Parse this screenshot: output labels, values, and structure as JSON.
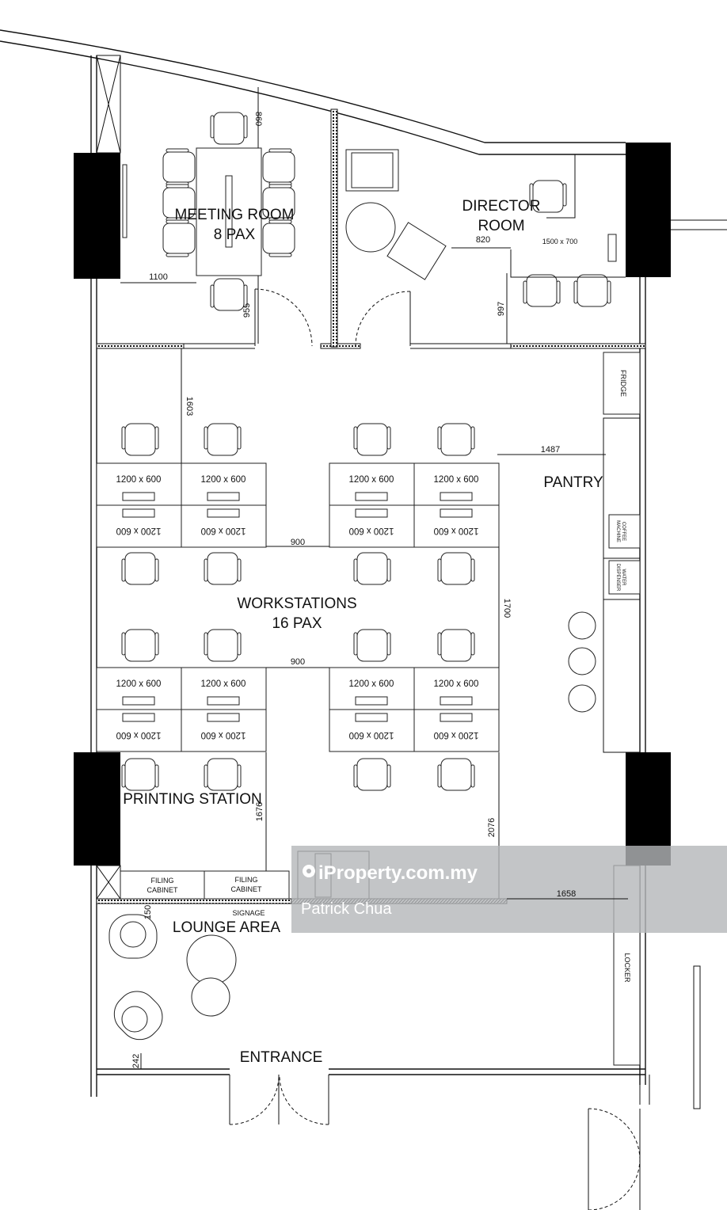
{
  "rooms": {
    "meeting_room": [
      "MEETING ROOM",
      "8 PAX"
    ],
    "director_room": [
      "DIRECTOR",
      "ROOM"
    ],
    "pantry": "PANTRY",
    "workstations": [
      "WORKSTATIONS",
      "16 PAX"
    ],
    "printing_station": "PRINTING STATION",
    "lounge_area": "LOUNGE AREA",
    "entrance": "ENTRANCE"
  },
  "fixtures": {
    "fridge": "FRIDGE",
    "coffee_machine": [
      "COFFEE",
      "MACHINE"
    ],
    "water_dispenser": [
      "WATER",
      "DISPENSER"
    ],
    "filing_cabinet": [
      "FILING",
      "CABINET"
    ],
    "signage": "SIGNAGE",
    "locker": "LOCKER",
    "director_desk": "1500 x 700"
  },
  "desk_size": "1200 x 600",
  "dimensions": {
    "d860": "860",
    "d1100": "1100",
    "d955": "955",
    "d820": "820",
    "d997": "997",
    "d1603": "1603",
    "d1487": "1487",
    "d900a": "900",
    "d900b": "900",
    "d1700": "1700",
    "d1676": "1676",
    "d2076": "2076",
    "d1658": "1658",
    "d150": "150",
    "d242": "242"
  },
  "watermark": {
    "brand": "iProperty.com.my",
    "agent": "Patrick Chua"
  }
}
